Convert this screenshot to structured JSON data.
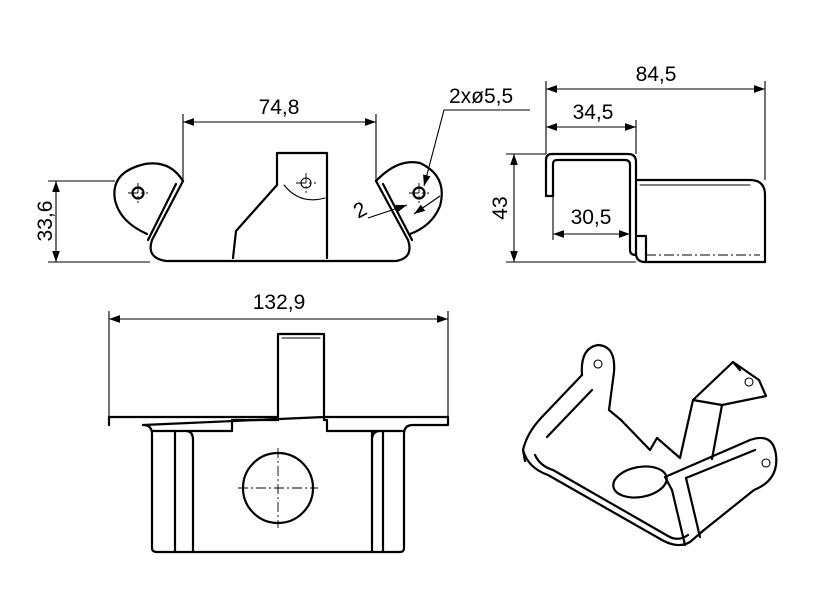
{
  "dimensions": {
    "front_width": "74,8",
    "front_height": "33,6",
    "hole_callout": "2xø5,5",
    "thickness": "2",
    "side_width": "84,5",
    "side_inner": "34,5",
    "side_lower": "30,5",
    "side_height": "43",
    "top_width": "132,9"
  }
}
